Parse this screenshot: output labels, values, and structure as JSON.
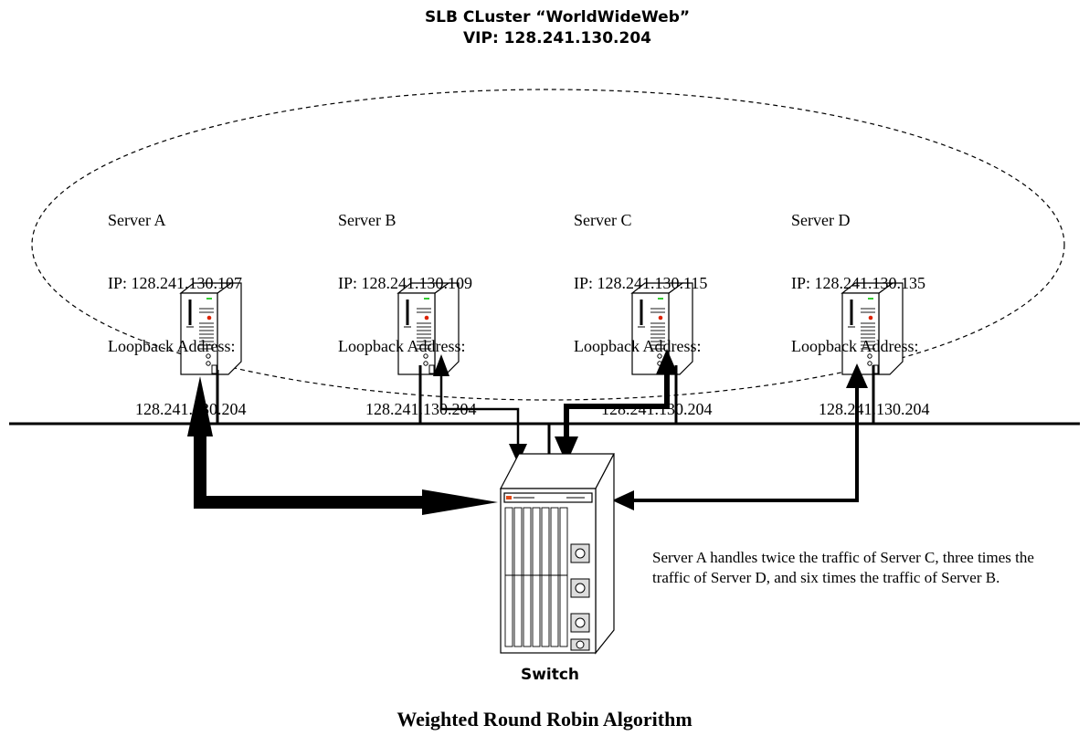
{
  "header": {
    "cluster_title": "SLB CLuster “WorldWideWeb”",
    "vip": "VIP: 128.241.130.204"
  },
  "servers": [
    {
      "name": "Server A",
      "ip": "IP: 128.241.130.107",
      "loopback_label": "Loopback Address:",
      "loopback": "128.241.130.204"
    },
    {
      "name": "Server B",
      "ip": "IP: 128.241.130.109",
      "loopback_label": "Loopback Address:",
      "loopback": "128.241.130.204"
    },
    {
      "name": "Server C",
      "ip": "IP: 128.241.130.115",
      "loopback_label": "Loopback Address:",
      "loopback": "128.241.130.204"
    },
    {
      "name": "Server D",
      "ip": "IP: 128.241.130.135",
      "loopback_label": "Loopback Address:",
      "loopback": "128.241.130.204"
    }
  ],
  "note": "Server A handles twice the traffic of Server C, three times the traffic of Server D, and six times the traffic of Server B.",
  "switch_label": "Switch",
  "caption": "Weighted Round Robin Algorithm",
  "colors": {
    "line": "#000000",
    "switch_logo": "#e04a1a",
    "server_led": "#33cc33",
    "server_dot": "#dd2200"
  }
}
